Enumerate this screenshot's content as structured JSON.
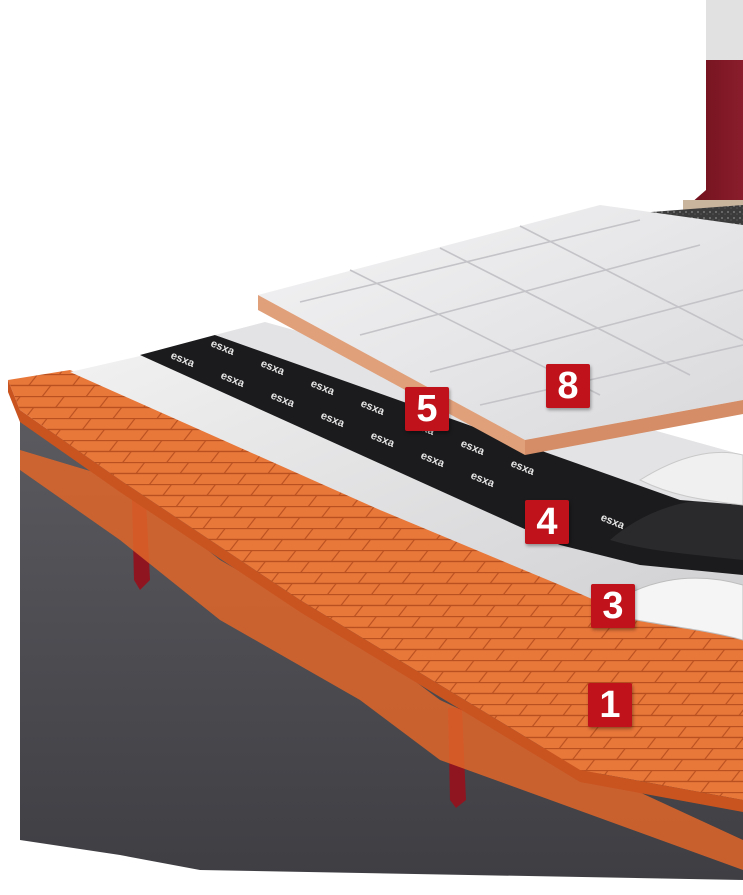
{
  "diagram": {
    "layers": [
      {
        "id": "1",
        "label": "1"
      },
      {
        "id": "3",
        "label": "3"
      },
      {
        "id": "4",
        "label": "4"
      },
      {
        "id": "5",
        "label": "5"
      },
      {
        "id": "8",
        "label": "8"
      }
    ],
    "membrane_print": "esxa",
    "colors": {
      "badge": "#c0121a",
      "brick": "#e8773a",
      "concrete": "#4a4a4f",
      "membrane_dark": "#1a1a1c",
      "membrane_light": "#e6e6e6",
      "tile": "#e9e9eb",
      "tile_edge": "#e0a07a",
      "wall": "#7a1522",
      "gravel": "#3a3a3a"
    }
  }
}
